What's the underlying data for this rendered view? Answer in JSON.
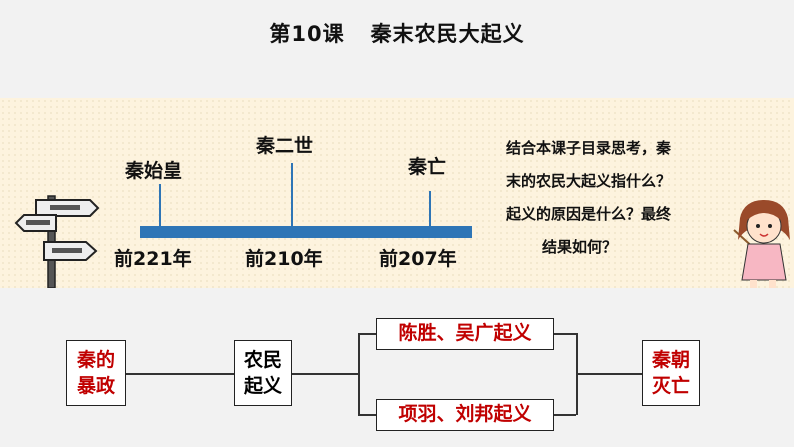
{
  "title": {
    "lesson": "第10课",
    "topic": "秦末农民大起义"
  },
  "timeline": {
    "events": [
      "秦始皇",
      "秦二世",
      "秦亡"
    ],
    "years": [
      "前221年",
      "前210年",
      "前207年"
    ]
  },
  "question": {
    "lines": [
      "结合本课子目录思考，秦",
      "末的农民大起义指什么？",
      "起义的原因是什么？最终",
      "结果如何？"
    ]
  },
  "flow": {
    "cause": [
      "秦的",
      "暴政"
    ],
    "middle": [
      "农民",
      "起义"
    ],
    "uprising_top": "陈胜、吴广起义",
    "uprising_bottom": "项羽、刘邦起义",
    "result": [
      "秦朝",
      "灭亡"
    ]
  },
  "colors": {
    "timeline": "#2e75b6",
    "highlight": "#c00000",
    "band": "#fdf3de"
  }
}
